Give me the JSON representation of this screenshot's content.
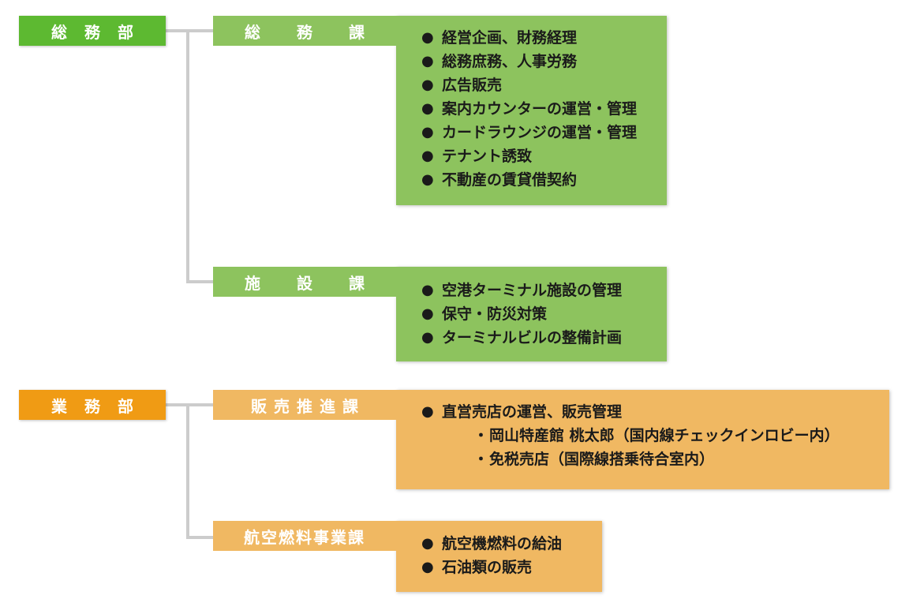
{
  "colors": {
    "general_dept": "#5db931",
    "general_section": "#8dc35e",
    "business_dept": "#f09b14",
    "business_section": "#f0b862",
    "connector": "#cccccc"
  },
  "departments": [
    {
      "label": "総務部",
      "sections": [
        {
          "label": "総務課",
          "items": [
            "経営企画、財務経理",
            "総務庶務、人事労務",
            "広告販売",
            "案内カウンターの運営・管理",
            "カードラウンジの運営・管理",
            "テナント誘致",
            "不動産の賃貸借契約"
          ]
        },
        {
          "label": "施設課",
          "items": [
            "空港ターミナル施設の管理",
            "保守・防災対策",
            "ターミナルビルの整備計画"
          ]
        }
      ]
    },
    {
      "label": "業務部",
      "sections": [
        {
          "label": "販売推進課",
          "items": [
            "直営売店の運営、販売管理"
          ],
          "subitems": [
            "岡山特産館 桃太郎（国内線チェックインロビー内）",
            "免税売店（国際線搭乗待合室内）"
          ]
        },
        {
          "label": "航空燃料事業課",
          "items": [
            "航空機燃料の給油",
            "石油類の販売"
          ]
        }
      ]
    }
  ],
  "bullet_glyph": "●",
  "subbullet_glyph": "・"
}
